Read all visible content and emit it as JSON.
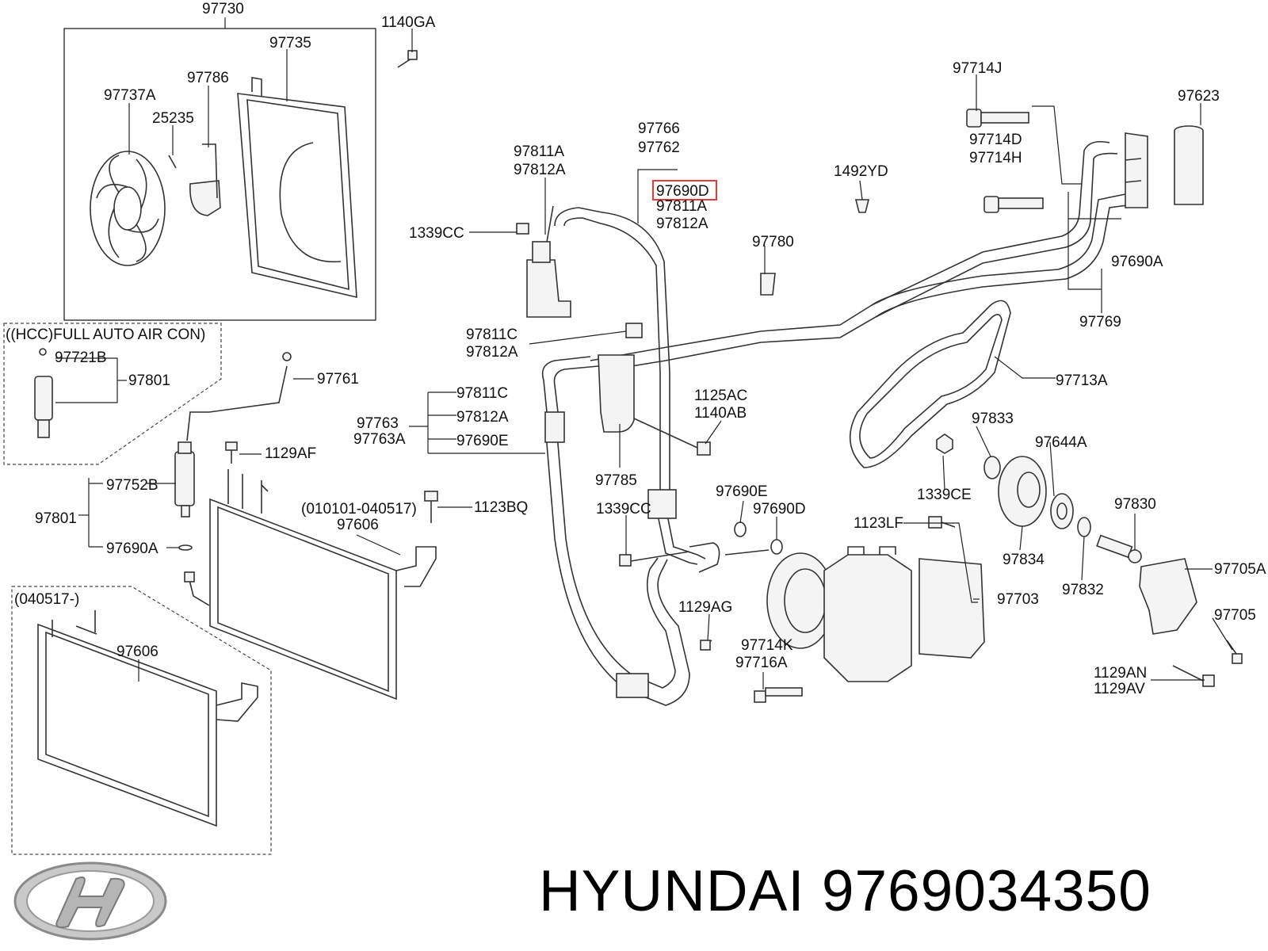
{
  "caption": {
    "brand": "HYUNDAI",
    "part_number": "9769034350"
  },
  "boxes": {
    "hcc_label": "((HCC)FULL AUTO AIR CON)",
    "date_range_1": "(010101-040517)",
    "date_range_2": "(040517-)"
  },
  "highlighted_part": "97690D",
  "callouts": [
    "97730",
    "97735",
    "1140GA",
    "97737A",
    "97786",
    "25235",
    "97714J",
    "97623",
    "97714D",
    "97714H",
    "1492YD",
    "97766",
    "97762",
    "97811A",
    "97812A",
    "97690D",
    "97811A",
    "97812A",
    "1339CC",
    "97780",
    "97690A",
    "97769",
    "97811C",
    "97812A",
    "97721B",
    "97801",
    "97761",
    "97811C",
    "97763",
    "97812A",
    "97763A",
    "97690E",
    "1125AC",
    "1140AB",
    "97713A",
    "97833",
    "97644A",
    "1129AF",
    "97752B",
    "97801",
    "97785",
    "1339CE",
    "1123BQ",
    "97606",
    "97690E",
    "1339CC",
    "97690D",
    "1123LF",
    "97830",
    "97690A",
    "97834",
    "97705A",
    "97703",
    "97832",
    "1129AG",
    "97705",
    "97714K",
    "97716A",
    "97606",
    "1129AN",
    "1129AV"
  ]
}
